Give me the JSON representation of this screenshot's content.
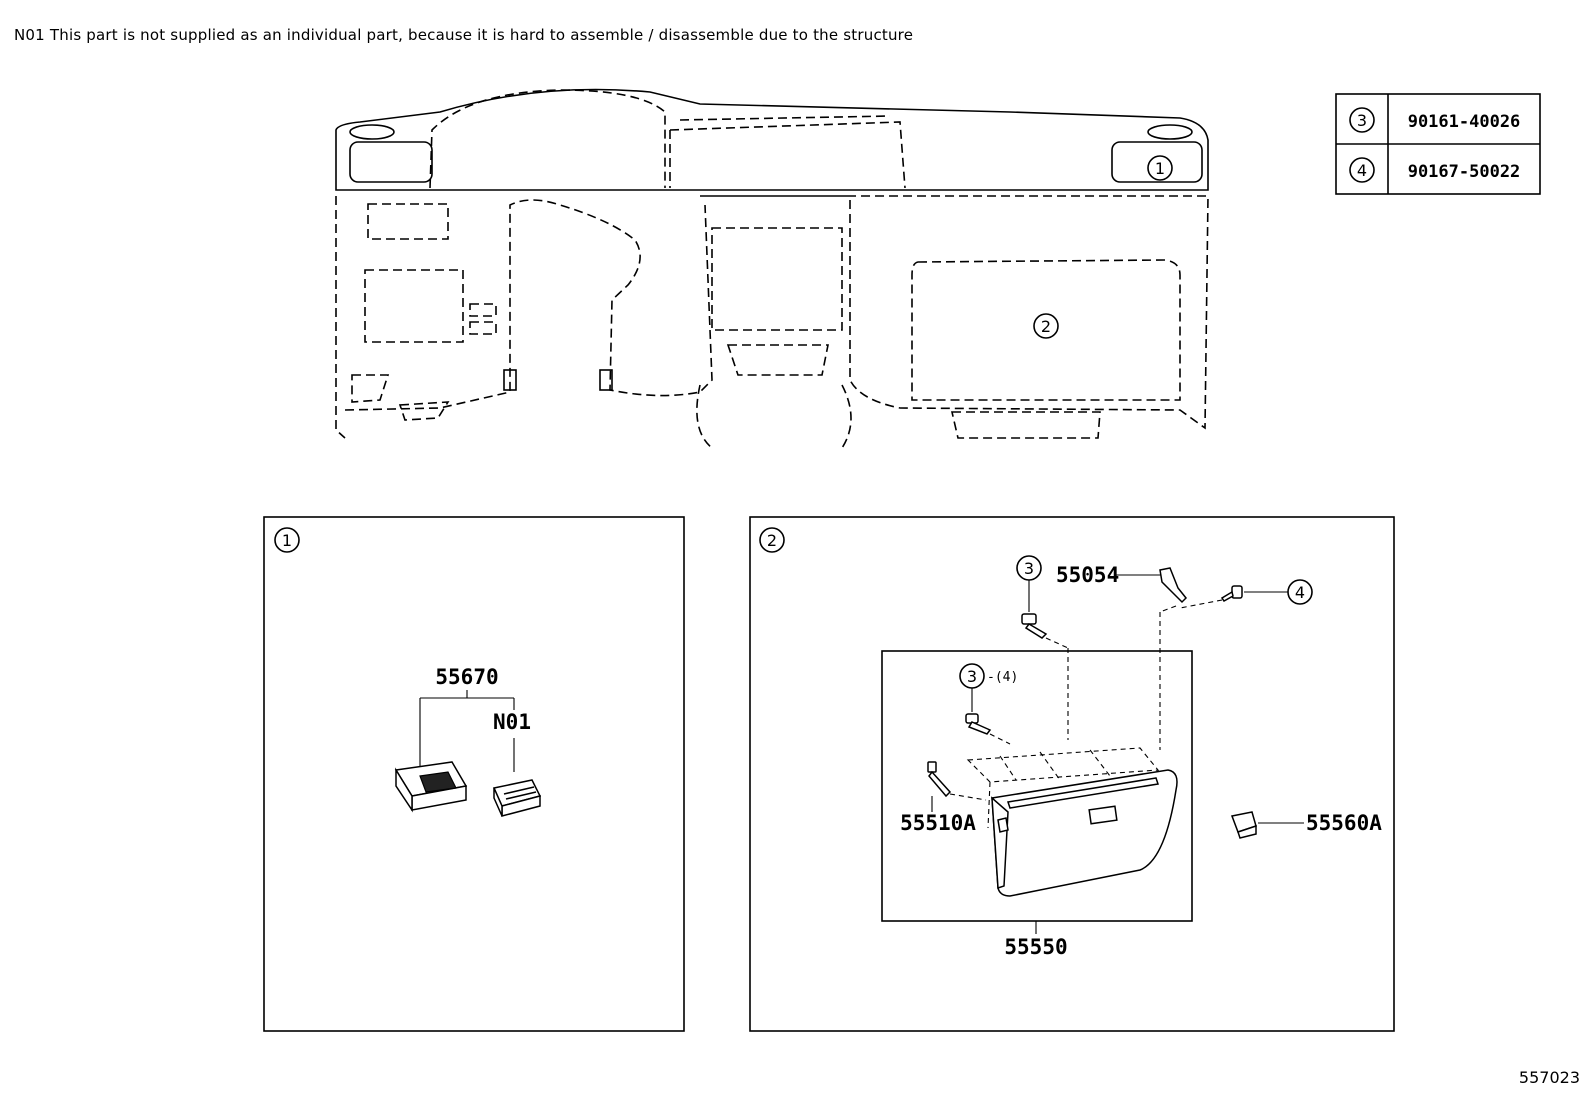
{
  "note": "N01 This part is not supplied as an individual part, because it is hard to assemble / disassemble due to the structure",
  "diagram_id": "557023",
  "overview": {
    "callout_1": "1",
    "callout_2": "2"
  },
  "fastener_table": [
    {
      "ref": "3",
      "part_number": "90161-40026"
    },
    {
      "ref": "4",
      "part_number": "90167-50022"
    }
  ],
  "panel_1": {
    "ref": "1",
    "parts": {
      "assembly": "55670",
      "sub": "N01"
    }
  },
  "panel_2": {
    "ref": "2",
    "parts": {
      "hinge_pin": "55054",
      "glove_box_assy": "55550",
      "damper": "55510A",
      "striker": "55560A"
    },
    "refs": {
      "screw_top": "3",
      "screw_inner": "3",
      "screw_inner_qty": "-(4)",
      "screw_right": "4"
    }
  }
}
